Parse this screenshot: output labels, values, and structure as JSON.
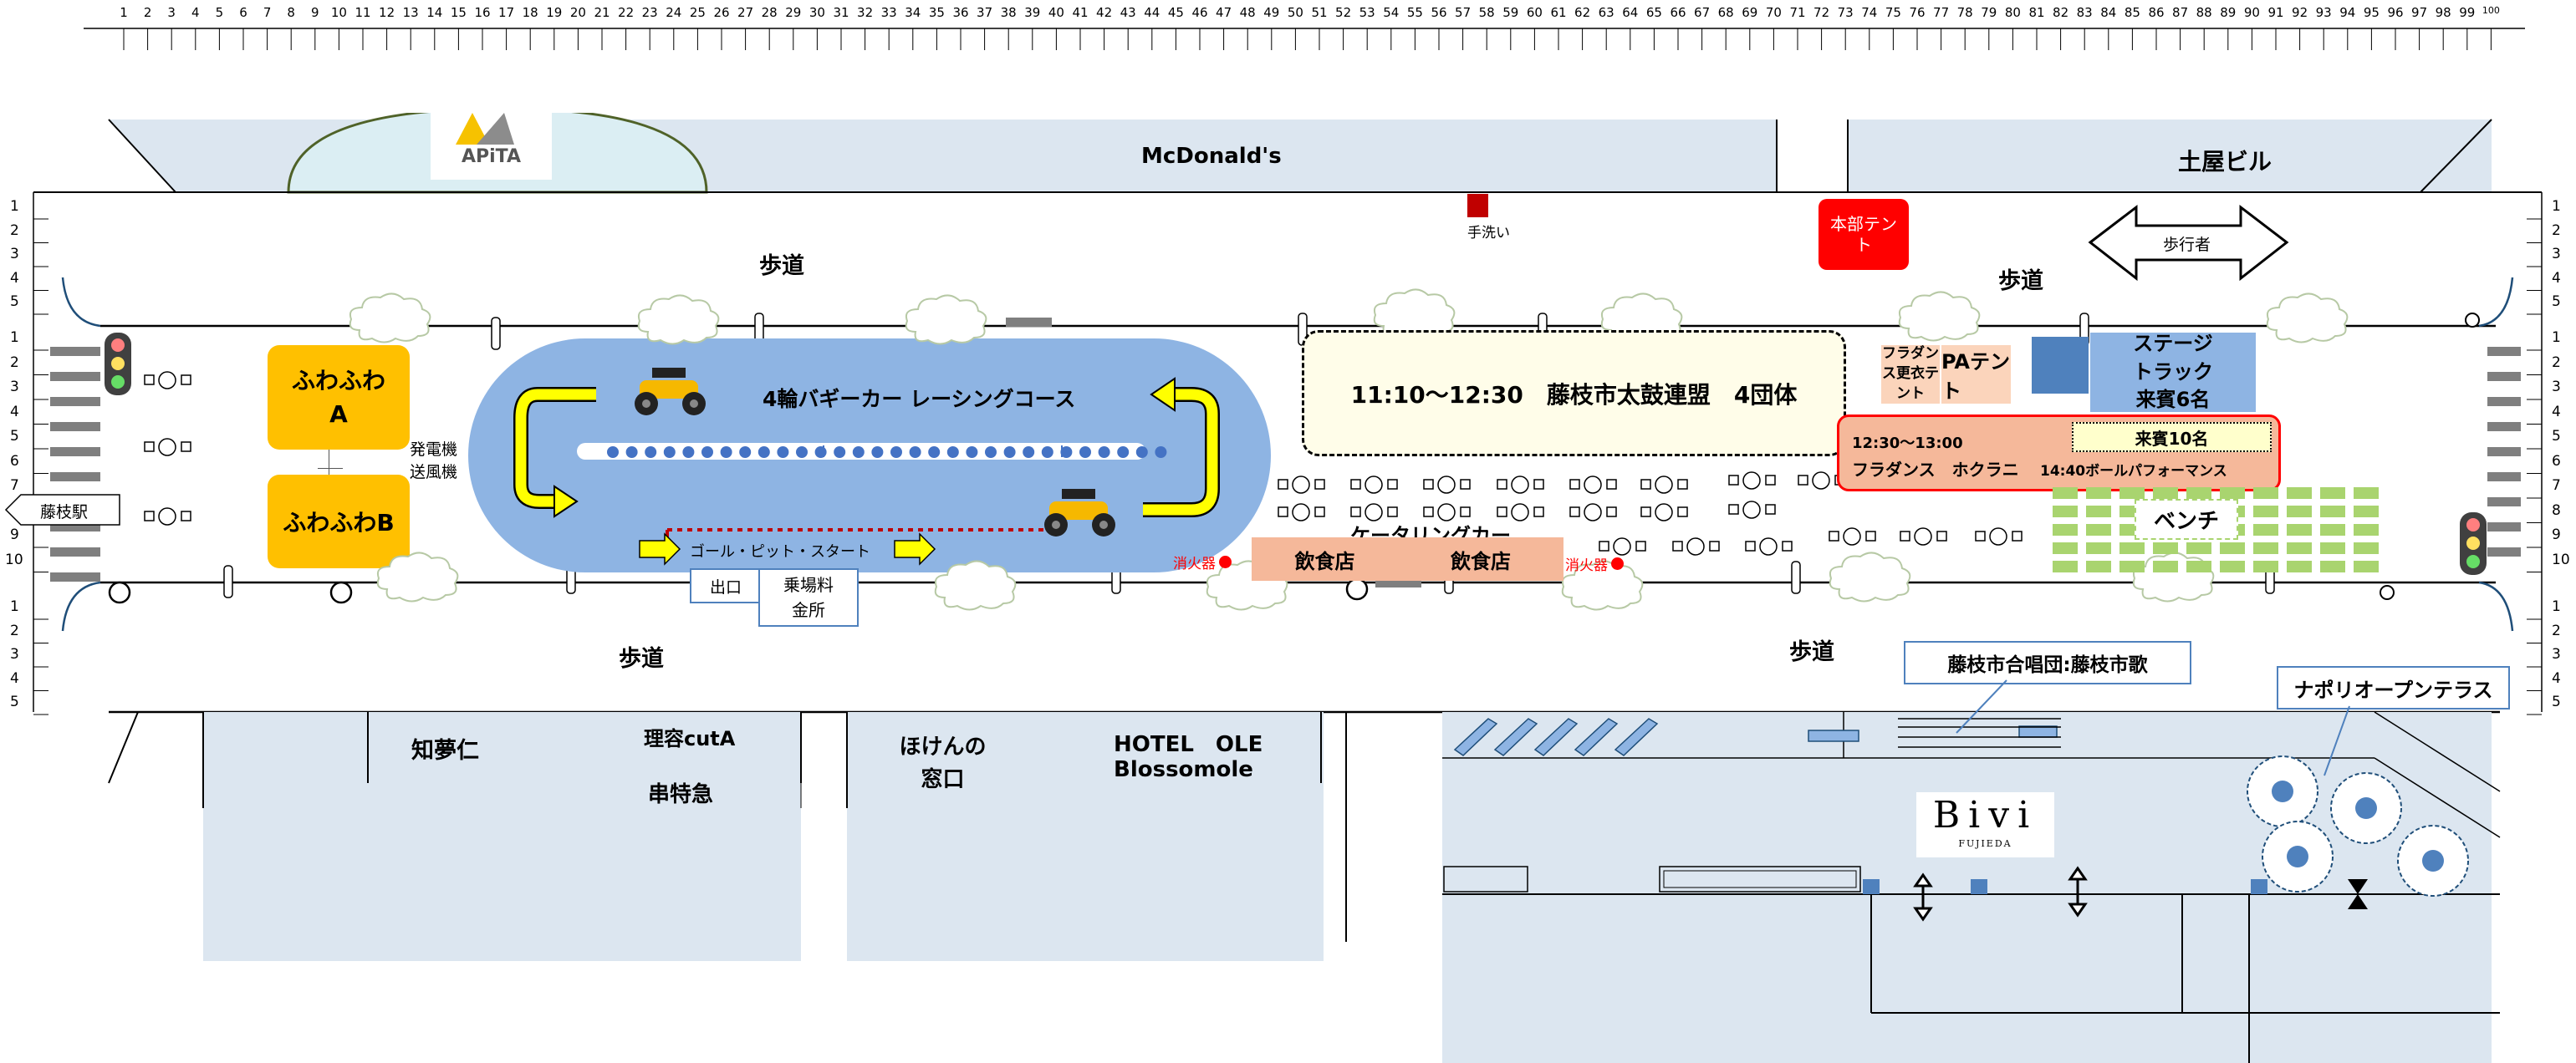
{
  "ruler_top": [
    "1",
    "2",
    "3",
    "4",
    "5",
    "6",
    "7",
    "8",
    "9",
    "10",
    "11",
    "12",
    "13",
    "14",
    "15",
    "16",
    "17",
    "18",
    "19",
    "20",
    "21",
    "22",
    "23",
    "24",
    "25",
    "26",
    "27",
    "28",
    "29",
    "30",
    "31",
    "32",
    "33",
    "34",
    "35",
    "36",
    "37",
    "38",
    "39",
    "40",
    "41",
    "42",
    "43",
    "44",
    "45",
    "46",
    "47",
    "48",
    "49",
    "50",
    "51",
    "52",
    "53",
    "54",
    "55",
    "56",
    "57",
    "58",
    "59",
    "60",
    "61",
    "62",
    "63",
    "64",
    "65",
    "66",
    "67",
    "68",
    "69",
    "70",
    "71",
    "72",
    "73",
    "74",
    "75",
    "76",
    "77",
    "78",
    "79",
    "80",
    "81",
    "82",
    "83",
    "84",
    "85",
    "86",
    "87",
    "88",
    "89",
    "90",
    "91",
    "92",
    "93",
    "94",
    "95",
    "96",
    "97",
    "98",
    "99",
    "100"
  ],
  "ruler_side_upper": [
    "1",
    "2",
    "3",
    "4",
    "5"
  ],
  "ruler_side_road": [
    "1",
    "2",
    "3",
    "4",
    "5",
    "6",
    "7",
    "8",
    "9",
    "10"
  ],
  "ruler_side_lower": [
    "1",
    "2",
    "3",
    "4",
    "5"
  ],
  "buildings_top": {
    "apita": "APiTA",
    "mcdonalds": "McDonald's",
    "tsuchiya": "土屋ビル"
  },
  "sidewalk_labels": {
    "north_left": "歩道",
    "north_right": "歩道",
    "south_left": "歩道",
    "south_right": "歩道"
  },
  "handwash": "手洗い",
  "hq_tent": "本部テント",
  "pedestrian": "歩行者",
  "station": "藤枝駅",
  "fuwafuwa_a": "ふわふわA",
  "fuwafuwa_b": "ふわふわB",
  "generator": "発電機送風機",
  "course_title": "4輪バギーカー レーシングコース",
  "goal_pit": "ゴール・ピット・スタート",
  "exit": "出口",
  "boarding": "乗場料金所",
  "performance_box": "11:10～12:30　藤枝市太鼓連盟　4団体",
  "hula_tent": "フラダンス更衣テント",
  "pa_tent": "PAテント",
  "stage_truck": "ステージトラック来賓6名",
  "hula_schedule": {
    "time": "12:30～13:00",
    "line": "フラダンス　ホクラニ",
    "ball": "14:40ボールパフォーマンス",
    "guests": "来賓10名"
  },
  "bench": "ベンチ",
  "catering": "ケータリングカー",
  "restaurant1": "飲食店",
  "restaurant2": "飲食店",
  "extinguisher1": "消火器",
  "extinguisher2": "消火器",
  "choir": "藤枝市合唱団:藤枝市歌",
  "napoli": "ナポリオープンテラス",
  "shops": {
    "chimuni": "知夢仁",
    "riyou": "理容cutA",
    "kushi": "串特急",
    "hoken": "ほけんの窓口",
    "hotel1": "HOTEL　OLE",
    "hotel2": "Blossomole"
  },
  "bivi": "Bivi",
  "bivi_sub": "FUJIEDA"
}
